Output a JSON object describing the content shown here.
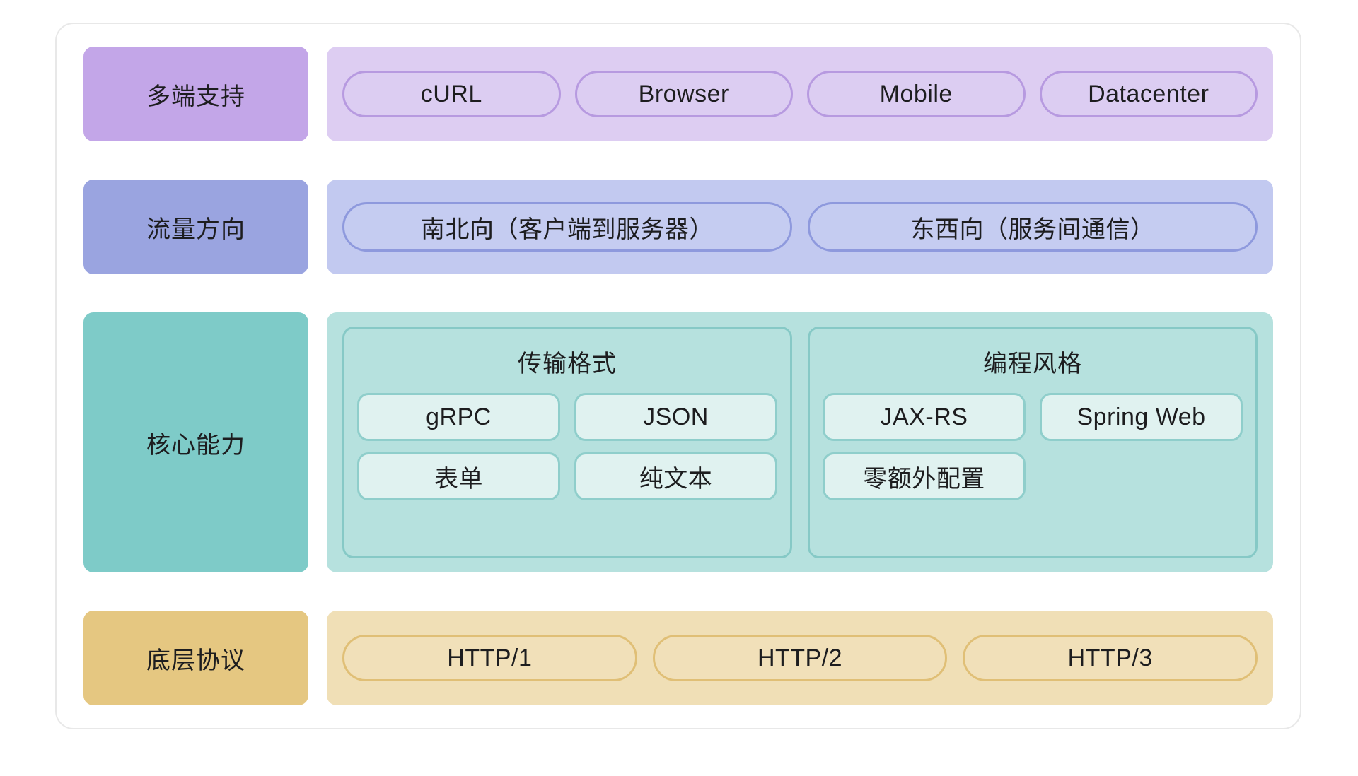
{
  "diagram": {
    "rows": [
      {
        "label": "多端支持",
        "label_color": "#c3a6e8",
        "band_color": "#ddcdf2",
        "items": [
          "cURL",
          "Browser",
          "Mobile",
          "Datacenter"
        ]
      },
      {
        "label": "流量方向",
        "label_color": "#9aa4e0",
        "band_color": "#c2c9f0",
        "items": [
          "南北向（客户端到服务器）",
          "东西向（服务间通信）"
        ]
      },
      {
        "label": "核心能力",
        "label_color": "#7ecbc8",
        "band_color": "#b6e1de",
        "groups": [
          {
            "title": "传输格式",
            "rows": [
              [
                "gRPC",
                "JSON"
              ],
              [
                "表单",
                "纯文本"
              ]
            ]
          },
          {
            "title": "编程风格",
            "rows": [
              [
                "JAX-RS",
                "Spring Web"
              ],
              [
                "零额外配置"
              ]
            ]
          }
        ]
      },
      {
        "label": "底层协议",
        "label_color": "#e5c781",
        "band_color": "#f0dfb6",
        "items": [
          "HTTP/1",
          "HTTP/2",
          "HTTP/3"
        ]
      }
    ]
  }
}
